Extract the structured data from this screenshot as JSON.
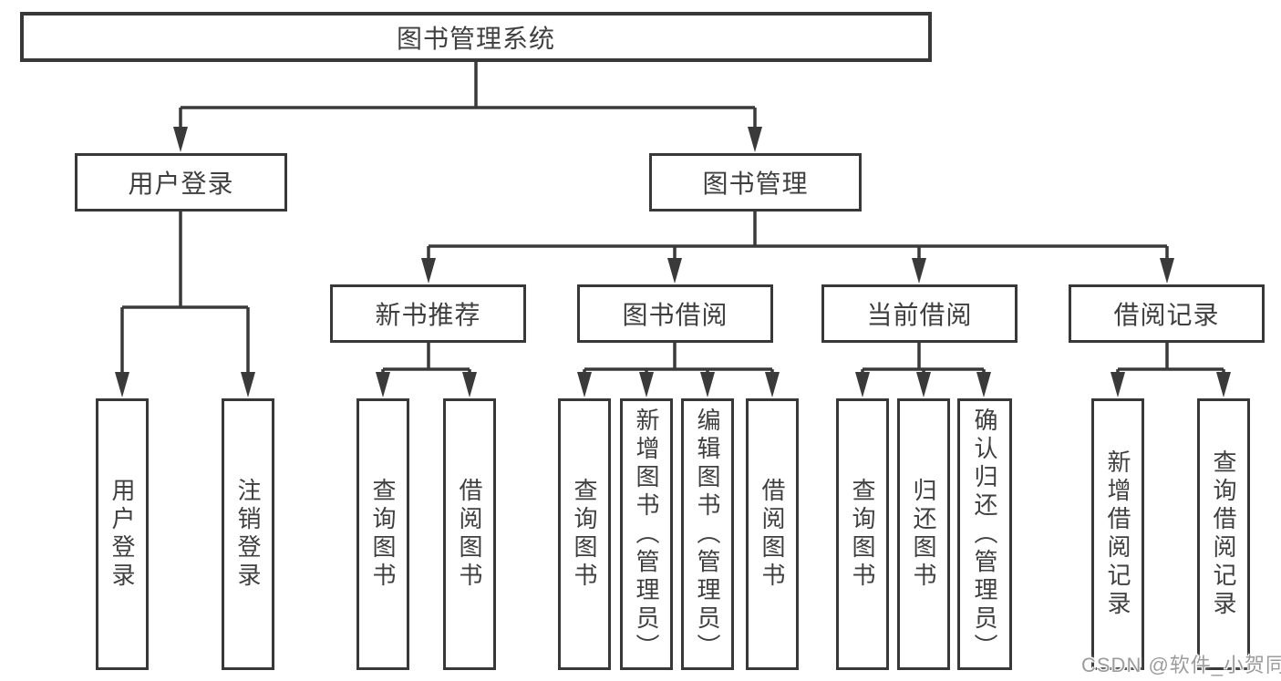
{
  "diagram": {
    "type": "hierarchy-tree",
    "colors": {
      "line": "#3a3a3a",
      "box_border": "#383838",
      "text": "#3f3f3f",
      "watermark": "#9c9c9c",
      "background": "#ffffff"
    },
    "root": {
      "label": "图书管理系统"
    },
    "level2": [
      {
        "label": "用户登录"
      },
      {
        "label": "图书管理"
      }
    ],
    "level3": [
      {
        "label": "新书推荐"
      },
      {
        "label": "图书借阅"
      },
      {
        "label": "当前借阅"
      },
      {
        "label": "借阅记录"
      }
    ],
    "leaves": {
      "user_login": [
        "用户登录",
        "注销登录"
      ],
      "new_book": [
        "查询图书",
        "借阅图书"
      ],
      "book_borrow": [
        "查询图书",
        "新增图书（管理员）",
        "编辑图书（管理员）",
        "借阅图书"
      ],
      "current_borrow": [
        "查询图书",
        "归还图书",
        "确认归还（管理员）"
      ],
      "borrow_record": [
        "新增借阅记录",
        "查询借阅记录"
      ]
    },
    "watermark": "CSDN @软件_小贺同学"
  }
}
